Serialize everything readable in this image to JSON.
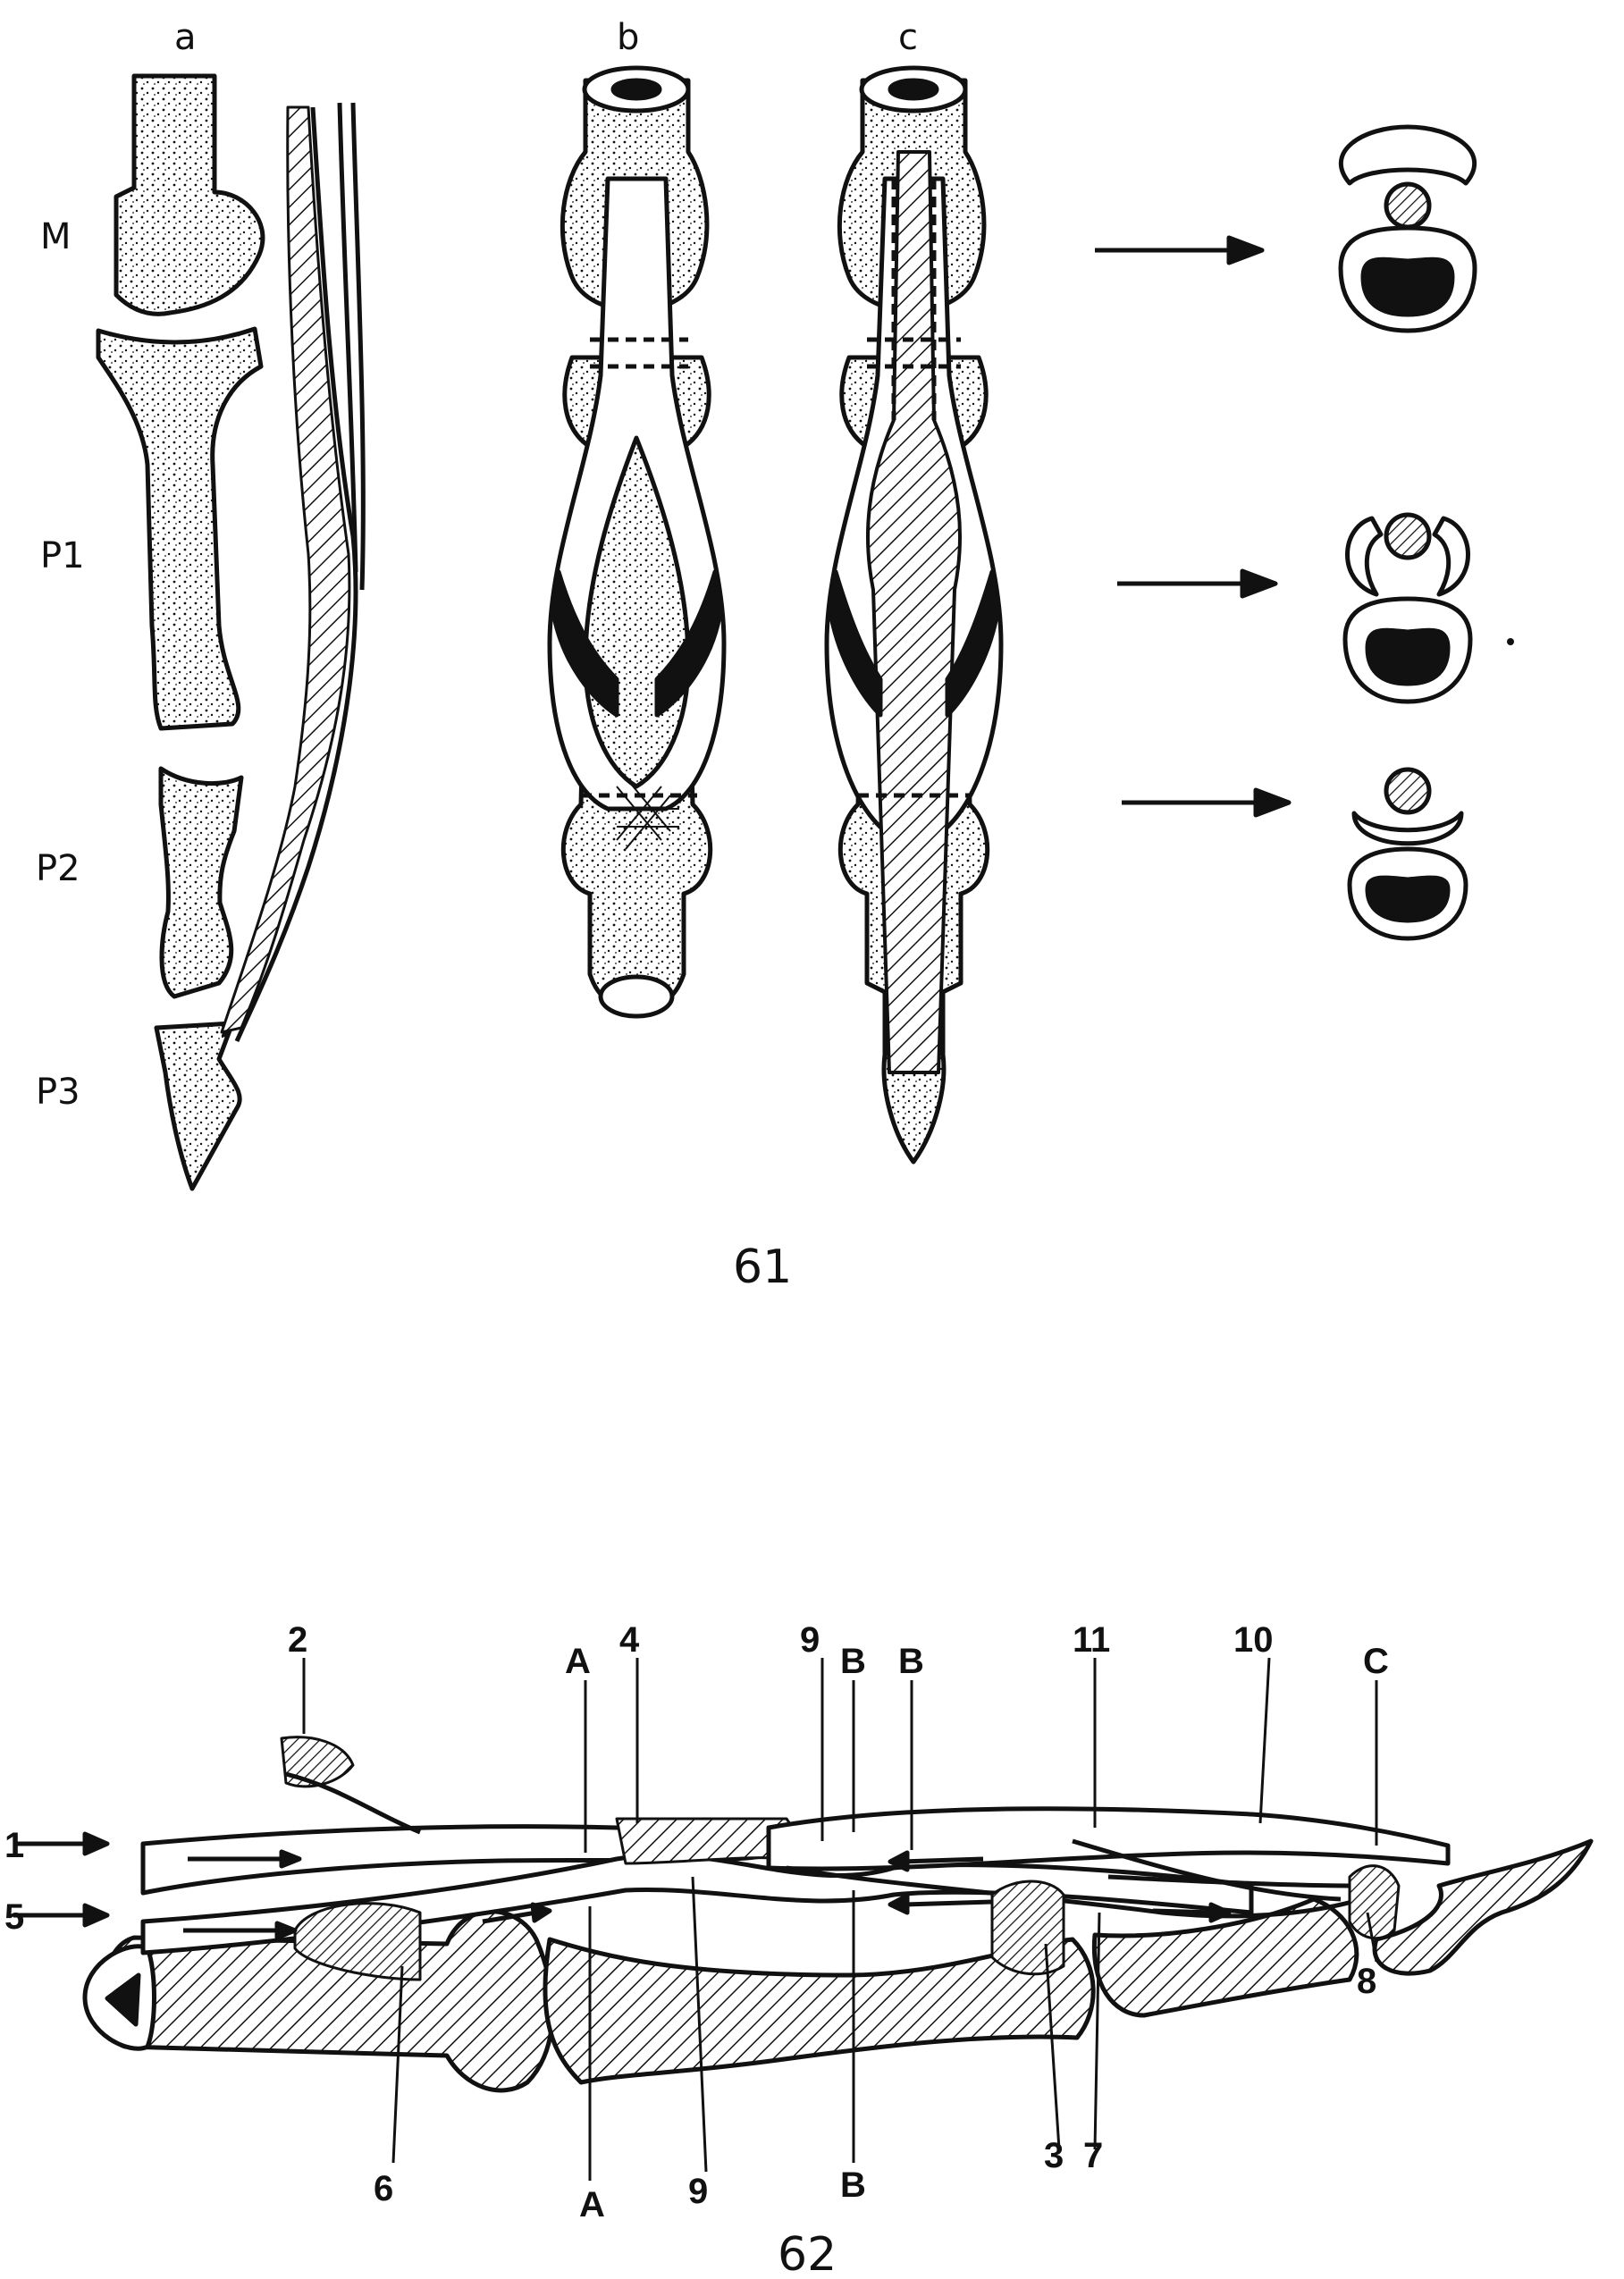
{
  "figure61": {
    "caption": "61",
    "panel_labels": {
      "a": "a",
      "b": "b",
      "c": "c"
    },
    "bone_labels": {
      "m": "M",
      "p1": "P1",
      "p2": "P2",
      "p3": "P3"
    }
  },
  "figure62": {
    "caption": "62",
    "labels": {
      "n1": "1",
      "n2": "2",
      "n3": "3",
      "n4": "4",
      "n5": "5",
      "n6": "6",
      "n7": "7",
      "n8": "8",
      "n9_top": "9",
      "n9_bottom": "9",
      "n10": "10",
      "n11": "11",
      "a_top": "A",
      "a_bottom": "A",
      "b_top1": "B",
      "b_top2": "B",
      "b_bottom": "B",
      "c": "C"
    }
  },
  "colors": {
    "ink": "#111111",
    "paper": "#ffffff"
  }
}
